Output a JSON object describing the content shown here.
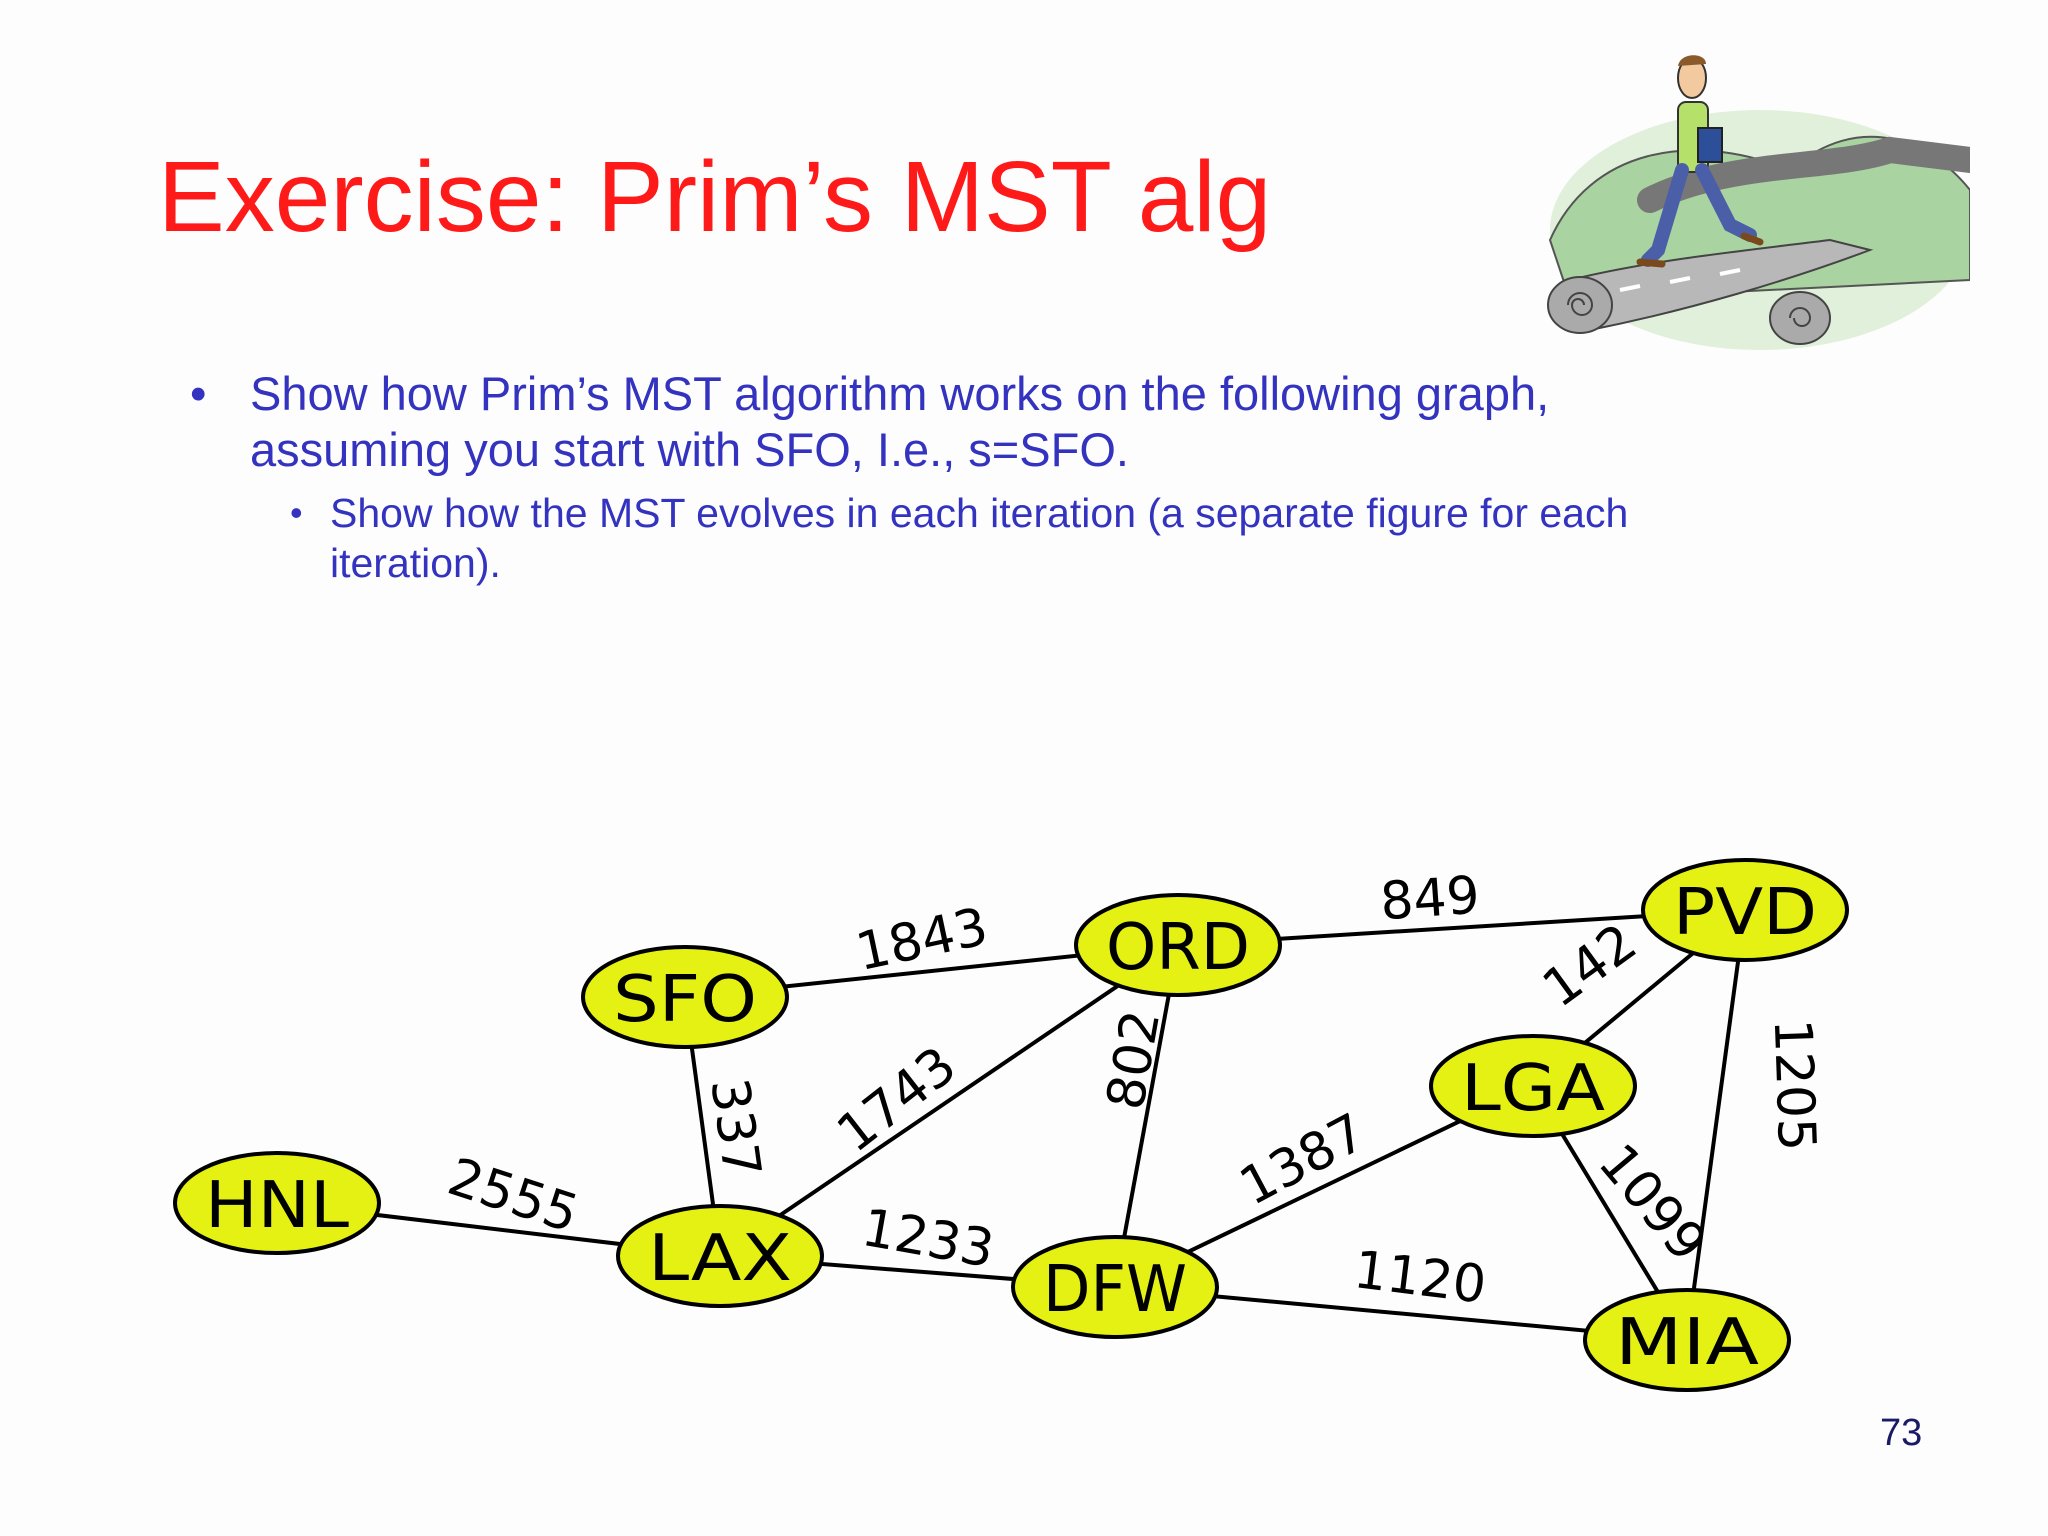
{
  "slide": {
    "title": "Exercise: Prim’s MST alg",
    "bullet_marker": "•",
    "bullet1_line1": "Show how Prim’s MST algorithm works on the following graph,",
    "bullet1_line2": "assuming you start with SFO, I.e., s=SFO.",
    "bullet2_line1": "Show how the MST evolves in each iteration (a separate figure for each",
    "bullet2_line2": "iteration).",
    "page_number": "73"
  },
  "graph": {
    "node_fill": "#e5f013",
    "nodes": [
      {
        "id": "HNL",
        "label": "HNL"
      },
      {
        "id": "SFO",
        "label": "SFO"
      },
      {
        "id": "LAX",
        "label": "LAX"
      },
      {
        "id": "ORD",
        "label": "ORD"
      },
      {
        "id": "DFW",
        "label": "DFW"
      },
      {
        "id": "PVD",
        "label": "PVD"
      },
      {
        "id": "LGA",
        "label": "LGA"
      },
      {
        "id": "MIA",
        "label": "MIA"
      }
    ],
    "edges": [
      {
        "from": "HNL",
        "to": "LAX",
        "weight": "2555"
      },
      {
        "from": "SFO",
        "to": "LAX",
        "weight": "337"
      },
      {
        "from": "SFO",
        "to": "ORD",
        "weight": "1843"
      },
      {
        "from": "LAX",
        "to": "ORD",
        "weight": "1743"
      },
      {
        "from": "LAX",
        "to": "DFW",
        "weight": "1233"
      },
      {
        "from": "ORD",
        "to": "DFW",
        "weight": "802"
      },
      {
        "from": "ORD",
        "to": "PVD",
        "weight": "849"
      },
      {
        "from": "PVD",
        "to": "LGA",
        "weight": "142"
      },
      {
        "from": "PVD",
        "to": "MIA",
        "weight": "1205"
      },
      {
        "from": "DFW",
        "to": "LGA",
        "weight": "1387"
      },
      {
        "from": "DFW",
        "to": "MIA",
        "weight": "1120"
      },
      {
        "from": "LGA",
        "to": "MIA",
        "weight": "1099"
      }
    ]
  }
}
